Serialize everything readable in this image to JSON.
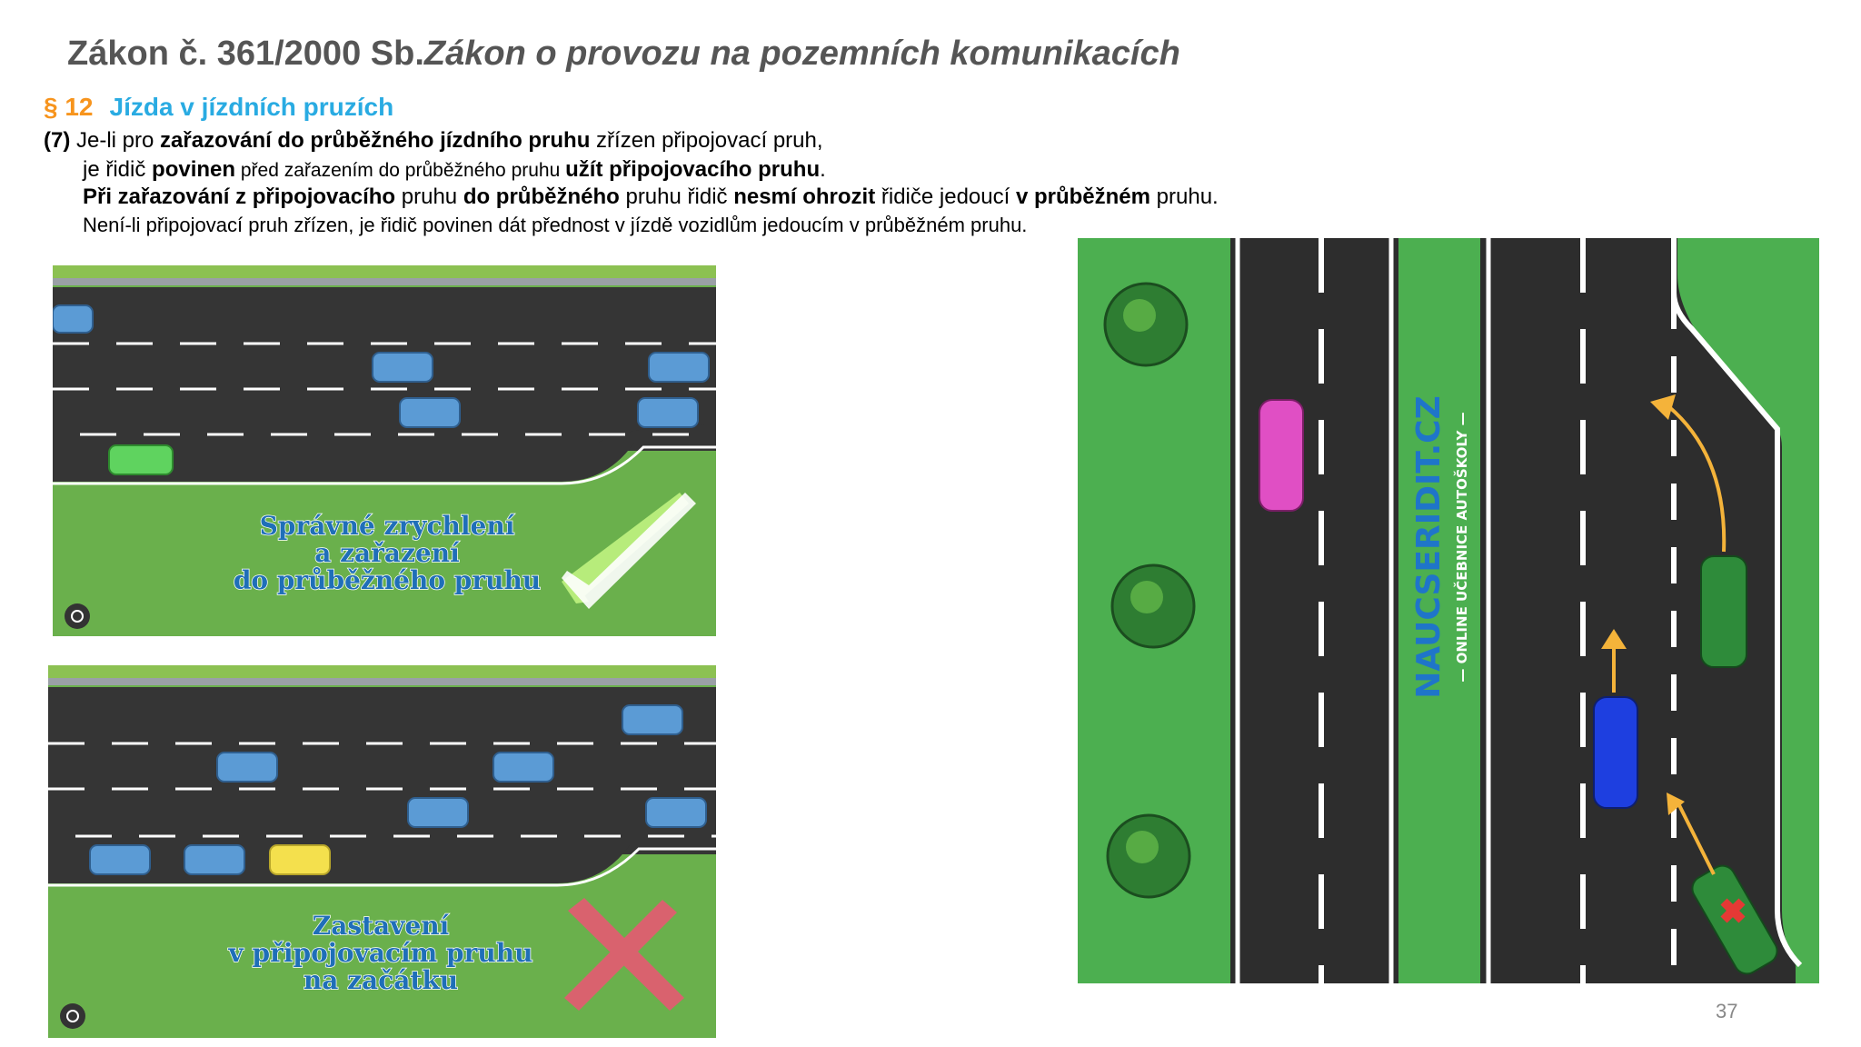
{
  "title": {
    "law": "Zákon č. 361/2000 Sb.",
    "name": "Zákon o provozu na pozemních komunikacích"
  },
  "section": {
    "number": "§ 12",
    "name": "Jízda v jízdních pruzích"
  },
  "paragraph": {
    "p1": {
      "mark": "(7)",
      "t1": " Je-li pro ",
      "b1": "zařazování do průběžného jízdního pruhu",
      "t2": " zřízen připojovací pruh,"
    },
    "p2": {
      "t1": "je řidič ",
      "b1": "povinen",
      "t2": " před zařazením do průběžného pruhu ",
      "b2": "užít připojovacího pruhu",
      "t3": "."
    },
    "p3": {
      "b1": "Při zařazování z připojovacího",
      "t1": " pruhu ",
      "b2": "do průběžného",
      "t2": " pruhu řidič ",
      "b3": "nesmí ohrozit",
      "t3": " řidiče jedoucí ",
      "b4": "v průběžném",
      "t4": " pruhu."
    },
    "p4": "Není-li připojovací pruh zřízen, je řidič povinen dát přednost v jízdě vozidlům jedoucím v průběžném pruhu."
  },
  "images": {
    "correct": {
      "line1": "Správné zrychlení",
      "line2": "a zařazení",
      "line3": "do průběžného pruhu"
    },
    "wrong": {
      "line1": "Zastavení",
      "line2": "v připojovacím pruhu",
      "line3": "na začátku"
    },
    "watermark": {
      "brand": "NAUCSERIDIT.CZ",
      "tagline": "— ONLINE UČEBNICE AUTOŠKOLY —"
    }
  },
  "page_number": "37"
}
